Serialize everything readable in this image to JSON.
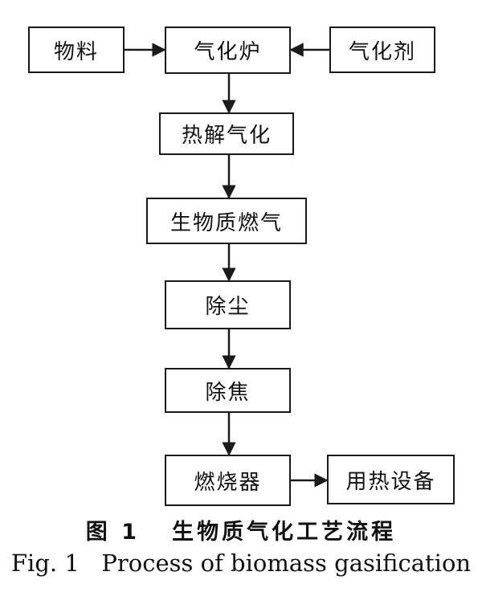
{
  "nodes": {
    "material": "物料",
    "gasifier": "气化炉",
    "agent": "气化剂",
    "pyrolysis": "热解气化",
    "gas": "生物质燃气",
    "dust": "除尘",
    "tar": "除焦",
    "burner": "燃烧器",
    "equipment": "用热设备"
  },
  "caption": {
    "zh": "图 1   生物质气化工艺流程",
    "en": "Fig. 1   Process of biomass gasification"
  }
}
